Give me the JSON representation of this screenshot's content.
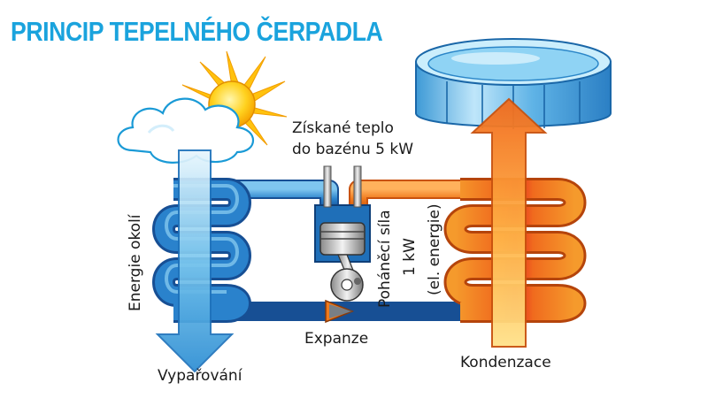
{
  "title": "PRINCIP TEPELNÉHO ČERPADLA",
  "labels": {
    "heat_gain_line1": "Získané teplo",
    "heat_gain_line2": "do bazénu 5 kW",
    "ambient_energy": "Energie okolí",
    "evaporation": "Vypařování",
    "expansion": "Expanze",
    "condensation": "Kondenzace",
    "drive_line1": "Poháněcí síla",
    "drive_line2": "1 kW",
    "drive_line3": "(el. energie)"
  },
  "colors": {
    "title": "#1aa3dd",
    "cold_pipe": "#1f6fb8",
    "hot_pipe": "#f07a1c",
    "hot_core": "#e52421",
    "sun": "#ffc20e",
    "pool_water": "#8fd3f4"
  },
  "icons": [
    "sun-icon",
    "cloud-icon",
    "pool-icon",
    "compressor-icon",
    "expansion-valve-icon"
  ]
}
